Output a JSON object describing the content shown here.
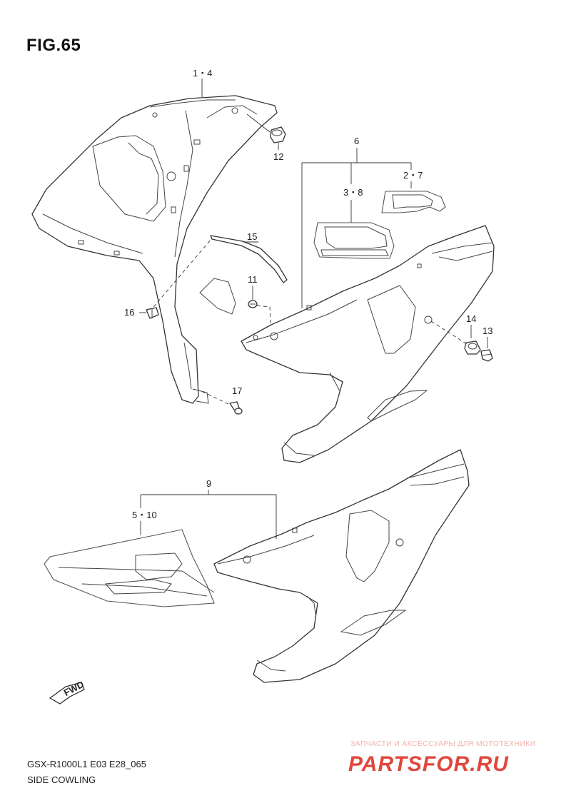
{
  "figure": {
    "title": "FIG.65"
  },
  "callouts": {
    "c1_4": "1・4",
    "c6": "6",
    "c2_7": "2・7",
    "c3_8": "3・8",
    "c9": "9",
    "c5_10": "5・10",
    "c11": "11",
    "c12": "12",
    "c13": "13",
    "c14": "14",
    "c15": "15",
    "c16": "16",
    "c17": "17"
  },
  "direction_marker": "FWD",
  "footer": {
    "model_code": "GSX-R1000L1 E03 E28_065",
    "section_name": "SIDE COWLING"
  },
  "watermark": {
    "caption": "ЗАПЧАСТИ И АКСЕССУАРЫ ДЛЯ МОТОТЕХНИКИ",
    "brand": "PARTSFOR.RU",
    "color": "#e0473d"
  }
}
